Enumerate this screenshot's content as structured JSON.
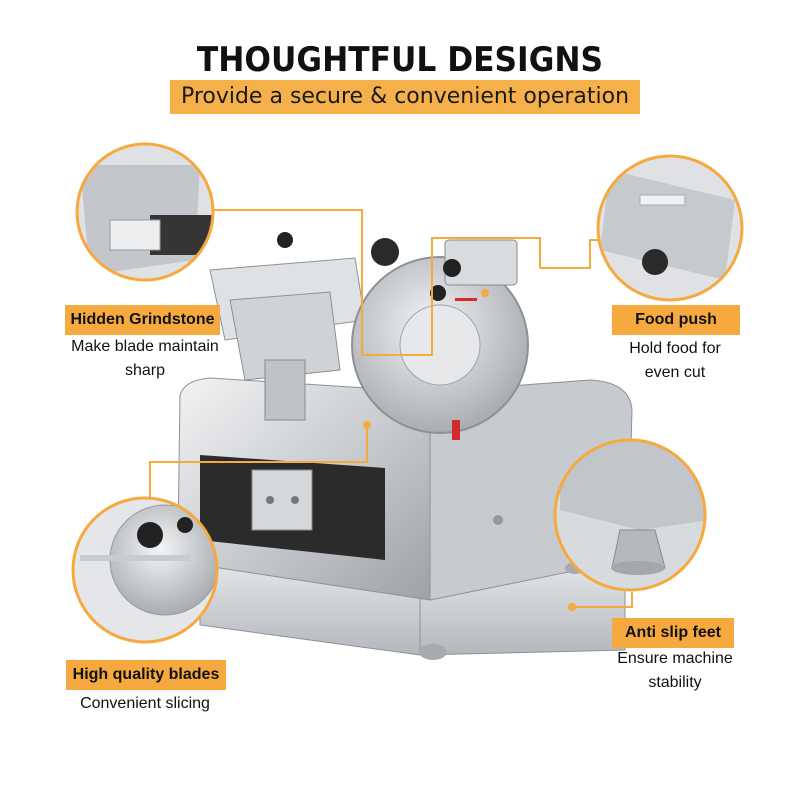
{
  "title": "THOUGHTFUL DESIGNS",
  "subtitle": "Provide a secure & convenient operation",
  "accent_color": "#f5a93e",
  "features": [
    {
      "icon": "grindstone-detail-photo",
      "label": "Hidden Grindstone",
      "desc_lines": [
        "Make blade maintain",
        "sharp"
      ]
    },
    {
      "icon": "food-push-detail-photo",
      "label": "Food push",
      "desc_lines": [
        "Hold food for",
        "even cut"
      ]
    },
    {
      "icon": "blade-detail-photo",
      "label": "High quality blades",
      "desc_lines": [
        "Convenient slicing"
      ]
    },
    {
      "icon": "anti-slip-foot-detail-photo",
      "label": "Anti slip feet",
      "desc_lines": [
        "Ensure machine",
        "stability"
      ]
    }
  ]
}
